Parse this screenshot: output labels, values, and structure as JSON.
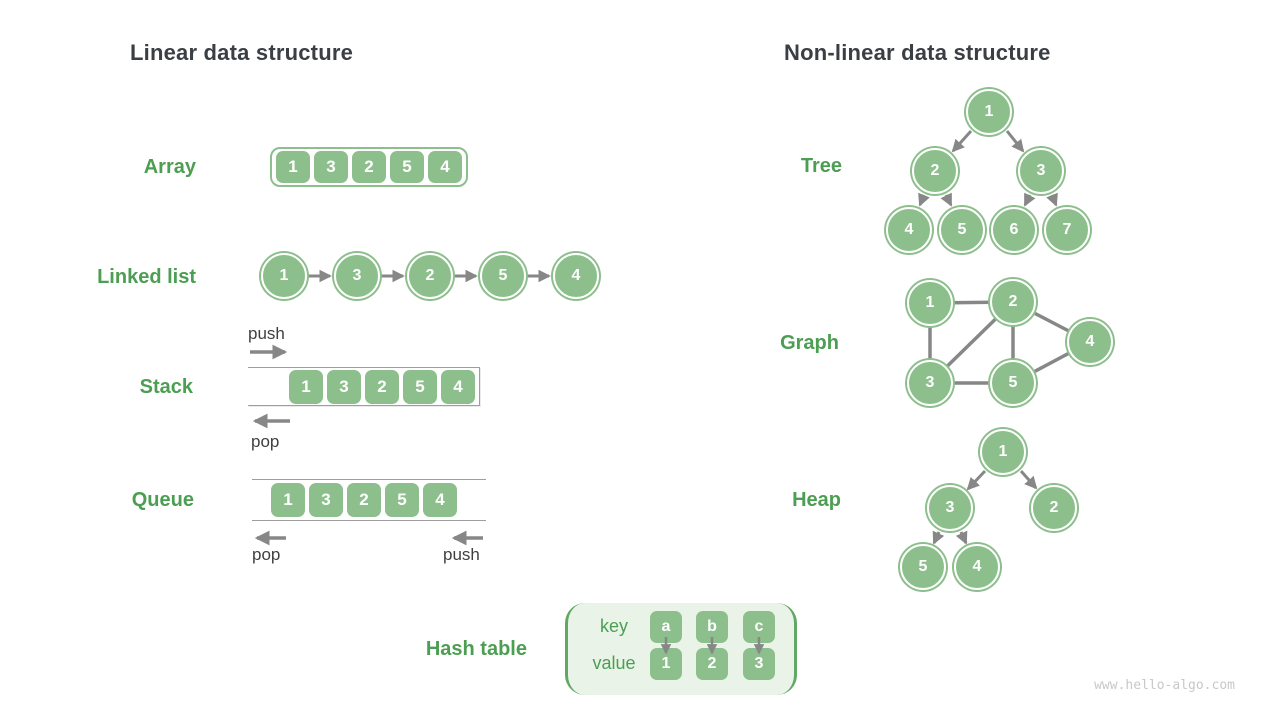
{
  "titles": {
    "linear": "Linear data structure",
    "nonlinear": "Non-linear data structure"
  },
  "array": {
    "label": "Array",
    "values": [
      "1",
      "3",
      "2",
      "5",
      "4"
    ]
  },
  "linked_list": {
    "label": "Linked list",
    "values": [
      "1",
      "3",
      "2",
      "5",
      "4"
    ]
  },
  "stack": {
    "label": "Stack",
    "values": [
      "1",
      "3",
      "2",
      "5",
      "4"
    ],
    "push": "push",
    "pop": "pop"
  },
  "queue": {
    "label": "Queue",
    "values": [
      "1",
      "3",
      "2",
      "5",
      "4"
    ],
    "push": "push",
    "pop": "pop"
  },
  "tree": {
    "label": "Tree",
    "nodes": [
      "1",
      "2",
      "3",
      "4",
      "5",
      "6",
      "7"
    ],
    "edges": [
      [
        "1",
        "2"
      ],
      [
        "1",
        "3"
      ],
      [
        "2",
        "4"
      ],
      [
        "2",
        "5"
      ],
      [
        "3",
        "6"
      ],
      [
        "3",
        "7"
      ]
    ]
  },
  "graph": {
    "label": "Graph",
    "nodes": [
      "1",
      "2",
      "4",
      "3",
      "5"
    ],
    "edges": [
      [
        "1",
        "2"
      ],
      [
        "1",
        "3"
      ],
      [
        "2",
        "3"
      ],
      [
        "2",
        "5"
      ],
      [
        "2",
        "4"
      ],
      [
        "3",
        "5"
      ],
      [
        "5",
        "4"
      ]
    ]
  },
  "heap": {
    "label": "Heap",
    "nodes": [
      "1",
      "3",
      "2",
      "5",
      "4"
    ],
    "edges": [
      [
        "1",
        "3"
      ],
      [
        "1",
        "2"
      ],
      [
        "3",
        "5"
      ],
      [
        "3",
        "4"
      ]
    ]
  },
  "hash_table": {
    "label": "Hash table",
    "key_header": "key",
    "value_header": "value",
    "keys": [
      "a",
      "b",
      "c"
    ],
    "values": [
      "1",
      "2",
      "3"
    ]
  },
  "watermark": "www.hello-algo.com",
  "colors": {
    "node_green": "#8cbf8c",
    "label_green": "#4c9e52",
    "title_dark": "#3b3f44",
    "arrow_gray": "#878787",
    "container_line_gray": "#9e9e9e",
    "hash_fill": "#e9f3e7",
    "hash_border": "#60a863",
    "watermark_gray": "#c8c8c8"
  }
}
